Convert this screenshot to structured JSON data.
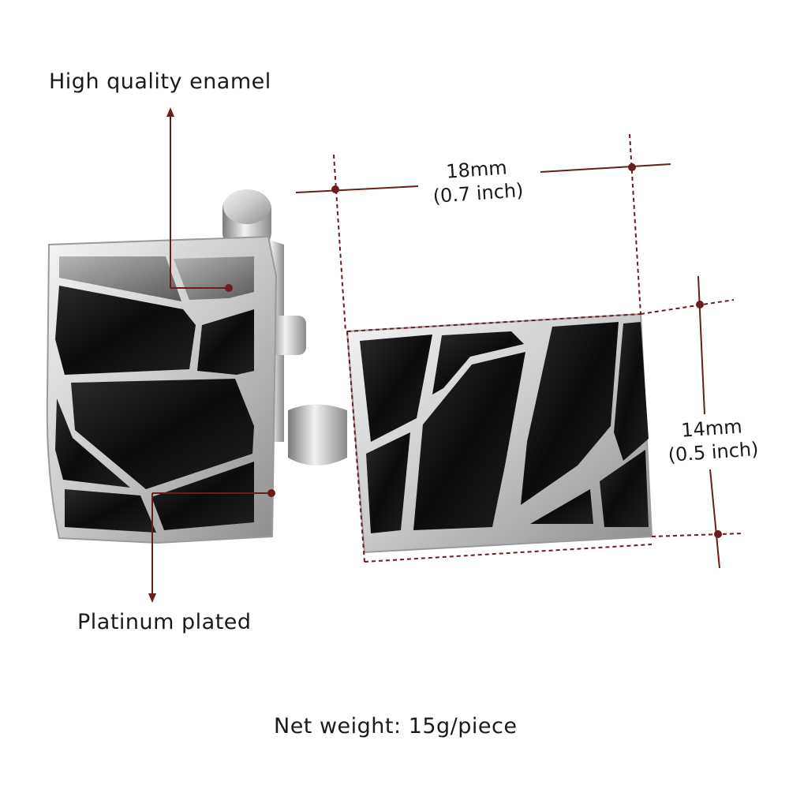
{
  "annotations": {
    "enamel": "High quality enamel",
    "plated": "Platinum plated",
    "weight": "Net weight: 15g/piece"
  },
  "dimensions": {
    "width_mm": "18mm",
    "width_in": "(0.7 inch)",
    "height_mm": "14mm",
    "height_in": "(0.5 inch)"
  },
  "colors": {
    "leader": "#6b1d1d",
    "enamel": "#111111",
    "metal": "#d9d9d9"
  }
}
